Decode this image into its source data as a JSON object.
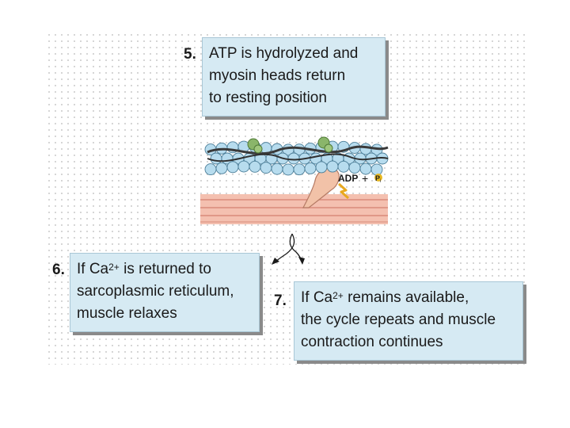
{
  "steps": [
    {
      "number": "5.",
      "lines": [
        "ATP is hydrolyzed and",
        "myosin heads return",
        "to resting position"
      ]
    },
    {
      "number": "6.",
      "line1_pre": "If Ca",
      "line1_sup": "2+",
      "line1_post": " is returned to",
      "lines": [
        "sarcoplasmic reticulum,",
        "muscle relaxes"
      ]
    },
    {
      "number": "7.",
      "line1_pre": "If Ca",
      "line1_sup": "2+",
      "line1_post": " remains available,",
      "lines": [
        "the cycle repeats and muscle",
        "contraction continues"
      ]
    }
  ],
  "labels": {
    "adp": "ADP",
    "plus": "+",
    "pi": "P",
    "pi_sub": "i"
  },
  "colors": {
    "box_fill": "#d6eaf3",
    "actin": "#b7dcee",
    "tropomyosin": "#3a3a3a",
    "troponin": "#8ab56a",
    "myosin": "#f2c2a8",
    "thick_filament": "#f4c0b0",
    "phosphate": "#e8b820"
  }
}
